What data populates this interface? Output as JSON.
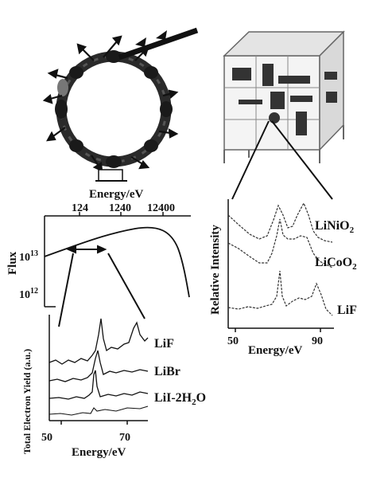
{
  "top_axis": {
    "label": "Energy/eV",
    "ticks": [
      "124",
      "1240",
      "12400"
    ]
  },
  "flux_panel": {
    "ylabel": "Flux",
    "y_ticks": [
      {
        "base": "10",
        "exp": "13"
      },
      {
        "base": "10",
        "exp": "12"
      }
    ]
  },
  "tey_panel": {
    "ylabel": "Total Electron Yield (a.u.)",
    "xlabel": "Energy/eV",
    "x_ticks": [
      "50",
      "70"
    ],
    "series": [
      {
        "name": "LiF"
      },
      {
        "name": "LiBr"
      },
      {
        "name": "LiI-2H",
        "sub": "2",
        "tail": "O"
      }
    ]
  },
  "ri_panel": {
    "ylabel": "Relative Intensity",
    "xlabel": "Energy/eV",
    "x_ticks": [
      "50",
      "90"
    ],
    "series": [
      {
        "name": "LiNiO",
        "sub": "2"
      },
      {
        "name": "LiCoO",
        "sub": "2"
      },
      {
        "name": "LiF"
      }
    ]
  },
  "colors": {
    "ink": "#111111",
    "ring": "#2a2a2a",
    "machine": "#555555"
  }
}
